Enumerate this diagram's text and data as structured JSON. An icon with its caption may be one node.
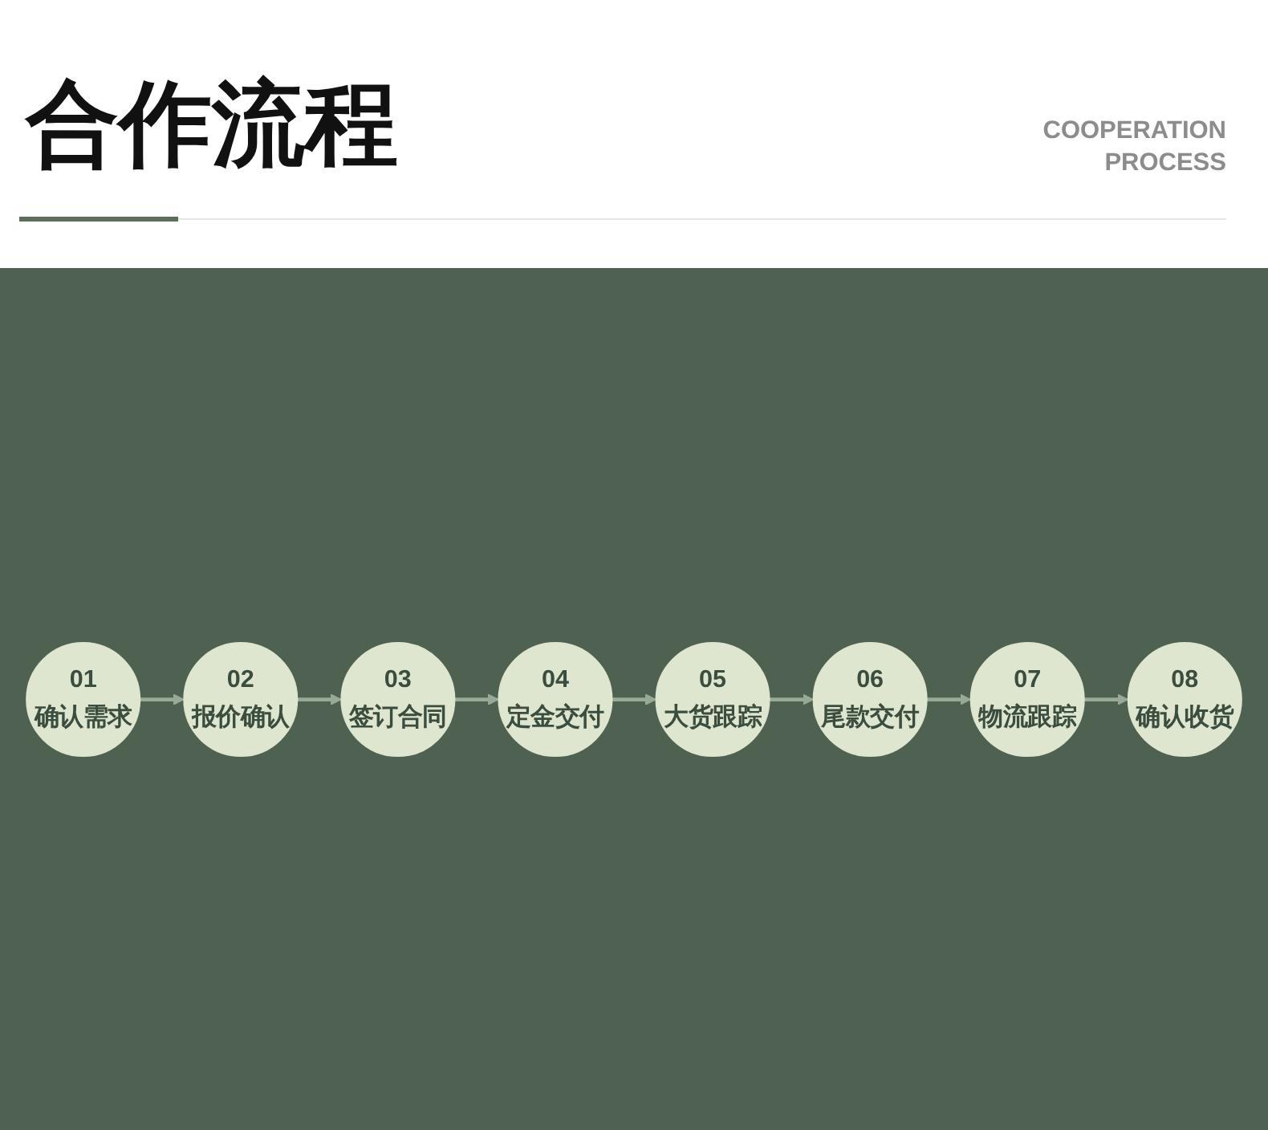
{
  "diagram": {
    "title": "合作流程",
    "nodes": [
      {
        "text": [
          "01",
          "确认需求"
        ]
      },
      {
        "text": [
          "02",
          "报价确认"
        ]
      },
      {
        "text": [
          "03",
          "签订合同"
        ]
      },
      {
        "text": [
          "04",
          "定金交付"
        ]
      },
      {
        "text": [
          "05",
          "大货跟踪"
        ]
      },
      {
        "text": [
          "06",
          "尾款交付"
        ]
      },
      {
        "text": [
          "07",
          "物流跟踪"
        ]
      },
      {
        "text": [
          "08",
          "确认收货"
        ]
      }
    ],
    "edges": [
      {
        "from": 0,
        "to": 1,
        "arrow": "to"
      },
      {
        "from": 1,
        "to": 2,
        "arrow": "to"
      },
      {
        "from": 2,
        "to": 3,
        "arrow": "to"
      },
      {
        "from": 3,
        "to": 4,
        "arrow": "to"
      },
      {
        "from": 4,
        "to": 5,
        "arrow": "to"
      },
      {
        "from": 5,
        "to": 6,
        "arrow": "to"
      },
      {
        "from": 6,
        "to": 7,
        "arrow": "to"
      }
    ],
    "labels": [
      "COOPERATION PROCESS"
    ]
  }
}
